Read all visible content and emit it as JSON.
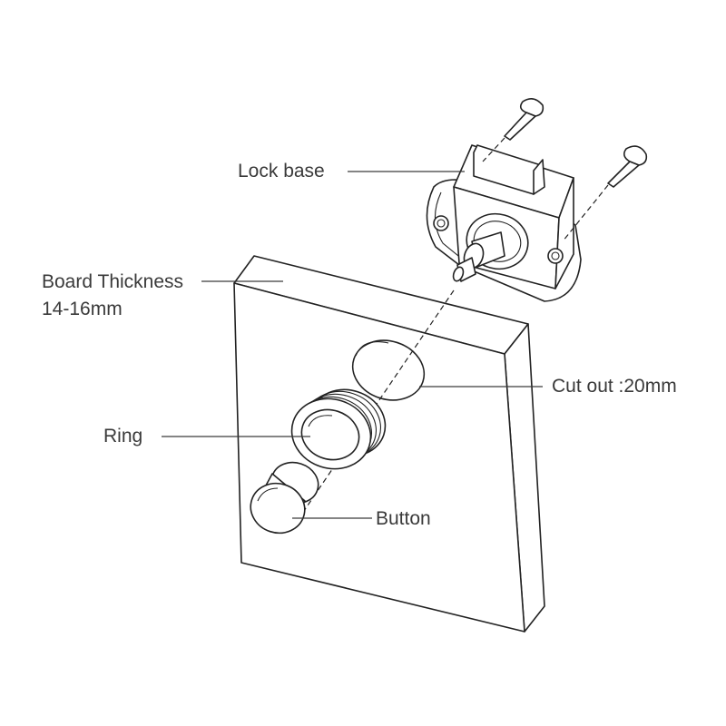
{
  "labels": {
    "lock_base": "Lock base",
    "board_thickness_line1": "Board Thickness",
    "board_thickness_line2": "14-16mm",
    "cut_out": "Cut out :20mm",
    "ring": "Ring",
    "button": "Button"
  },
  "colors": {
    "line": "#3a3a3a",
    "part_stroke": "#222222",
    "background": "#ffffff"
  }
}
